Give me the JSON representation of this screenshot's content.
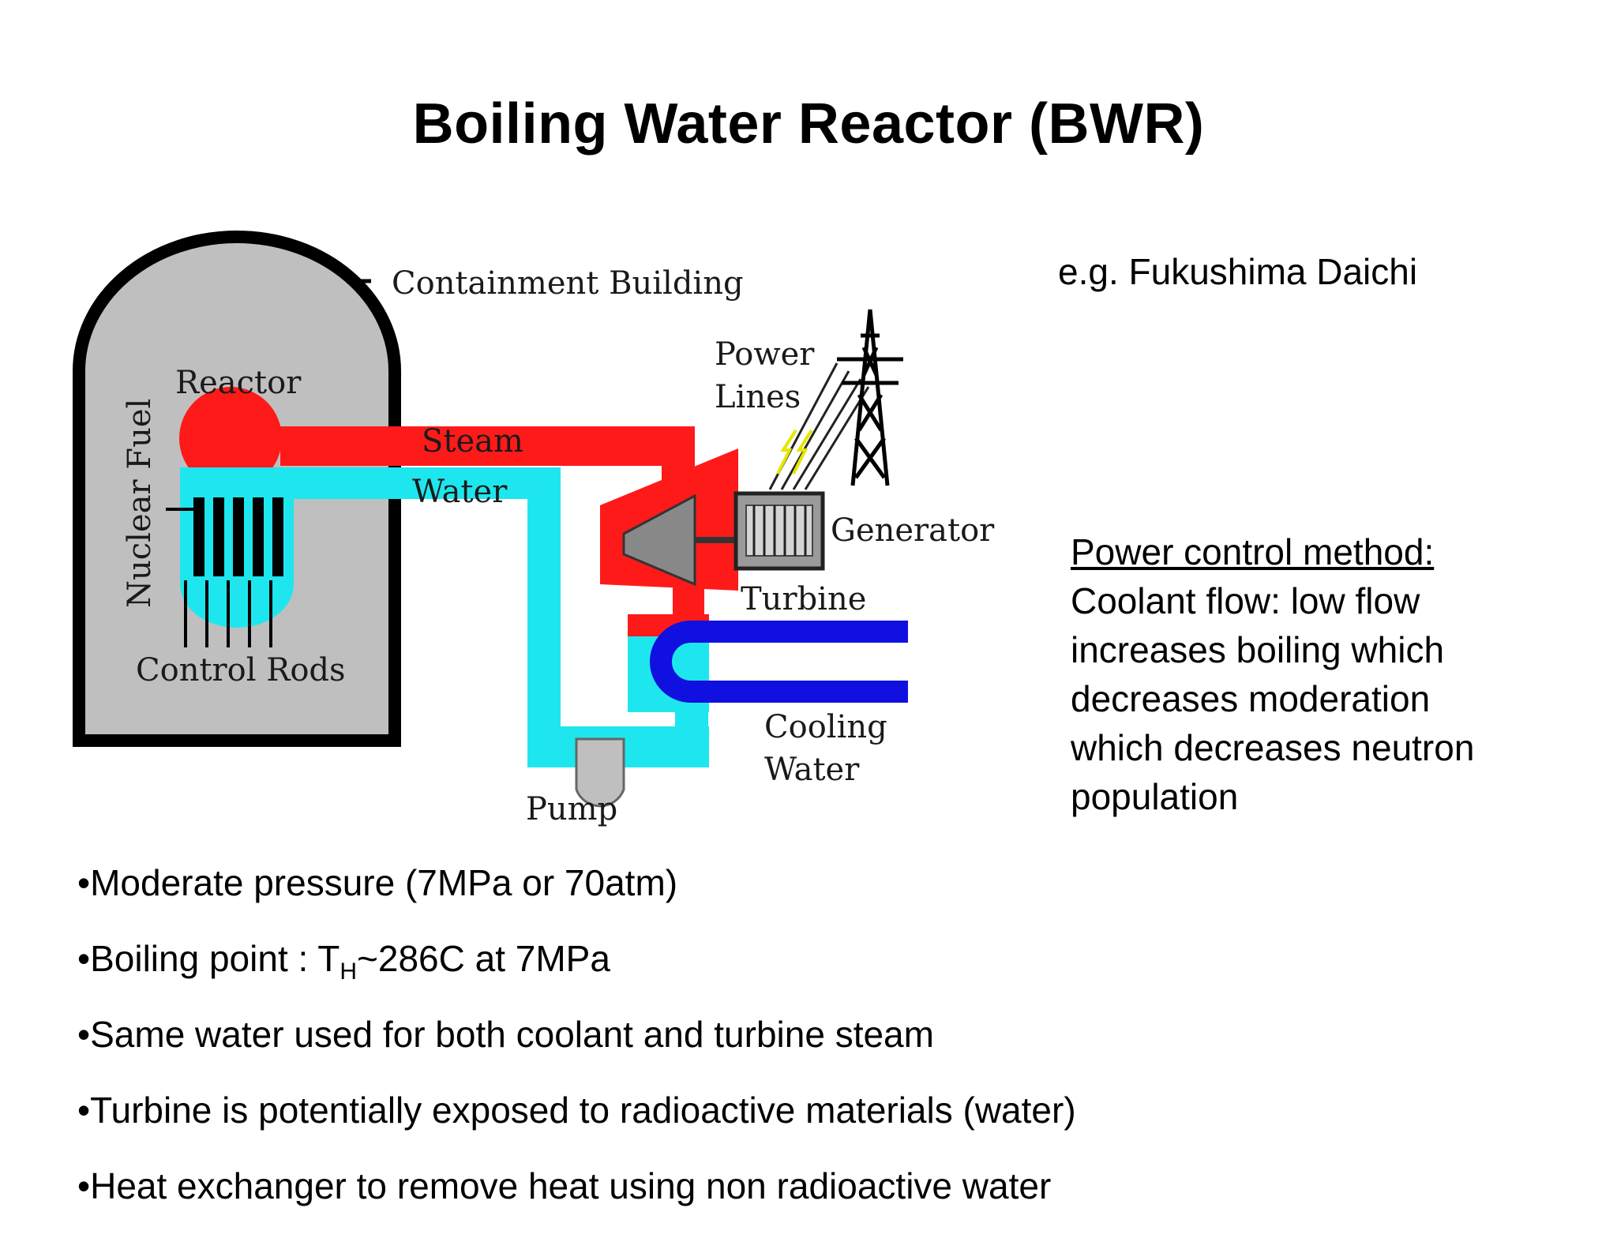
{
  "title": "Boiling Water Reactor (BWR)",
  "example": "e.g. Fukushima Daichi",
  "diagram": {
    "labels": {
      "containment": "Containment Building",
      "reactor": "Reactor",
      "nuclear_fuel": "Nuclear Fuel",
      "control_rods": "Control Rods",
      "steam": "Steam",
      "water": "Water",
      "power": "Power",
      "lines": "Lines",
      "generator": "Generator",
      "turbine": "Turbine",
      "cooling": "Cooling",
      "cooling_water": "Water",
      "pump": "Pump"
    },
    "colors": {
      "steam": "#ff1a1a",
      "water": "#1ee6ee",
      "cooling": "#1010e0",
      "building": "#bfbfbf"
    }
  },
  "method": {
    "heading": "Power control method:",
    "lines": [
      "Coolant flow: low flow",
      "increases boiling which",
      "decreases moderation",
      "which decreases neutron",
      "population"
    ]
  },
  "bullets": {
    "b1": "•Moderate pressure (7MPa or 70atm)",
    "b2_pre": "•Boiling point : T",
    "b2_sub": "H",
    "b2_post": "~286C at 7MPa",
    "b3": "•Same water used for both coolant and turbine steam",
    "b4": "•Turbine is potentially exposed to radioactive materials (water)",
    "b5": "•Heat exchanger to remove heat using non radioactive water"
  }
}
